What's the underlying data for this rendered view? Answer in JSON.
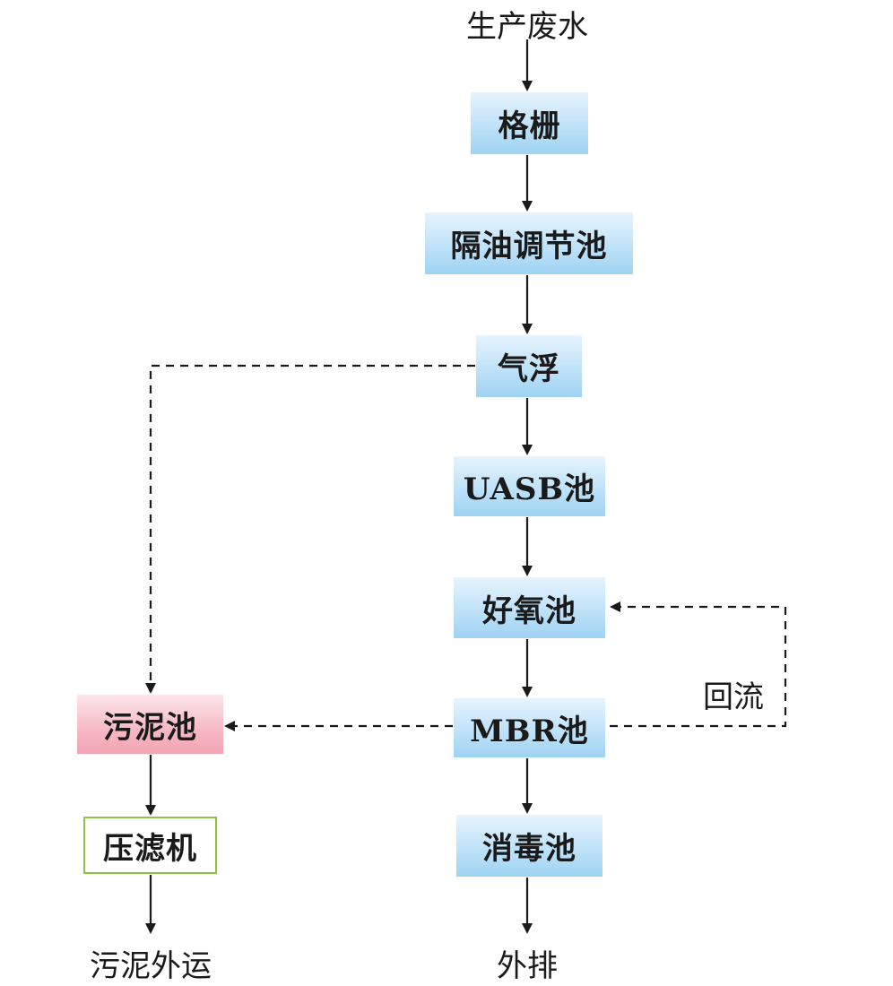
{
  "diagram": {
    "source": "生产废水",
    "nodes": {
      "grille": "格栅",
      "oil_separation_tank": "隔油调节池",
      "air_flotation": "气浮",
      "uasb_tank": "UASB池",
      "aerobic_tank": "好氧池",
      "mbr_tank": "MBR池",
      "disinfection_tank": "消毒池",
      "sludge_tank": "污泥池",
      "filter_press": "压滤机"
    },
    "outputs": {
      "discharge": "外排",
      "sludge_transport": "污泥外运"
    },
    "edge_labels": {
      "reflux": "回流"
    },
    "colors": {
      "process_box": "#bfe2f8",
      "sludge_box": "#f6b9c4",
      "press_border": "#8cc63f",
      "line": "#1a1a1a"
    }
  }
}
